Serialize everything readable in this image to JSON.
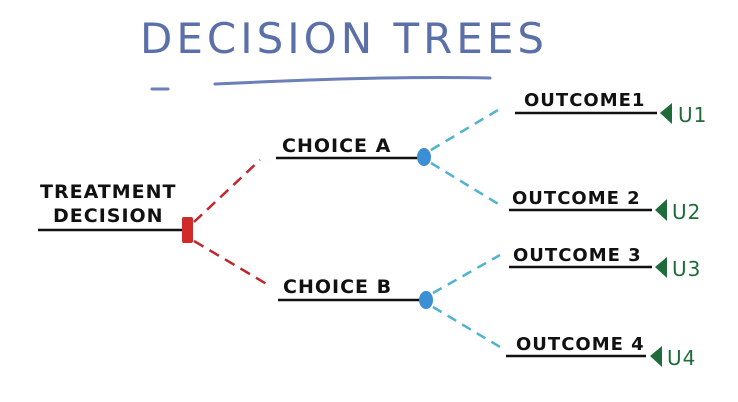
{
  "title": "DECISION TREES",
  "colors": {
    "title": "#5b6fa8",
    "underline": "#6b7fb8",
    "text": "#111111",
    "decision_node": "#d02a2a",
    "decision_branch": "#c0262d",
    "chance_node": "#3b8fd4",
    "chance_branch": "#4fb3cf",
    "utility": "#1f6b3a"
  },
  "tree": {
    "root": {
      "label_line1": "TREATMENT",
      "label_line2": "DECISION",
      "node_type": "decision"
    },
    "choices": [
      {
        "label": "CHOICE A",
        "node_type": "chance",
        "outcomes": [
          {
            "label": "OUTCOME1",
            "utility": "U1"
          },
          {
            "label": "OUTCOME 2",
            "utility": "U2"
          }
        ]
      },
      {
        "label": "CHOICE B",
        "node_type": "chance",
        "outcomes": [
          {
            "label": "OUTCOME 3",
            "utility": "U3"
          },
          {
            "label": "OUTCOME 4",
            "utility": "U4"
          }
        ]
      }
    ]
  }
}
